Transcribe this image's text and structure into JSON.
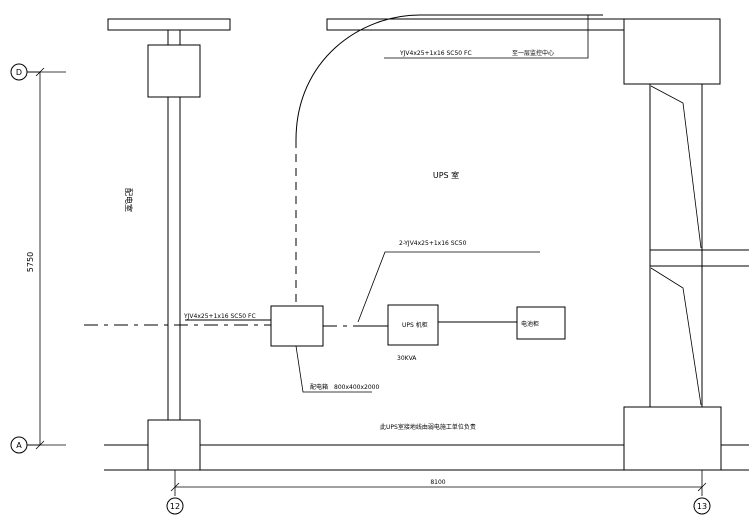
{
  "rooms": {
    "distribution_room": "配电室",
    "ups_room": "UPS 室"
  },
  "equipment": {
    "ups_cabinet": "UPS 机柜",
    "ups_capacity": "30KVA",
    "battery_cabinet": "电池柜",
    "distribution_box": "配电箱",
    "box_size": "800x400x2000"
  },
  "cables": {
    "feed_cable": "YJV4x25+1x16 SC50 FC",
    "top_cable": "YJV4x25+1x16 SC50 FC",
    "top_destination": "至一层监控中心",
    "ups_cable": "2-YJV4x25+1x16 SC50"
  },
  "notes": {
    "bottom_note": "此UPS室接地线由弱电施工单位负责"
  },
  "axes": {
    "left_top": "D",
    "left_bottom": "A",
    "bottom_left": "12",
    "bottom_right": "13"
  },
  "dimensions": {
    "vertical": "5750",
    "horizontal": "8100"
  }
}
